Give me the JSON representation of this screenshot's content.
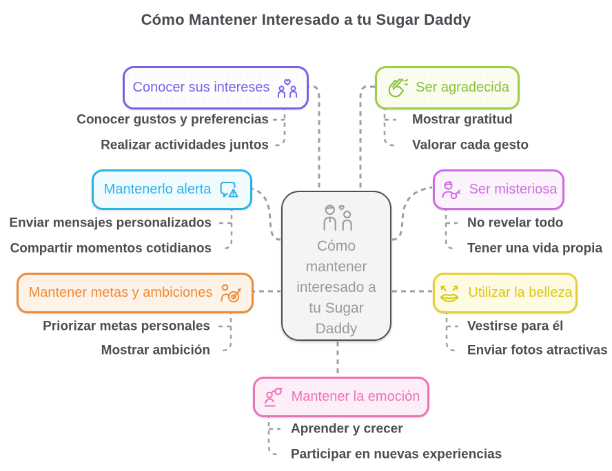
{
  "title": "Cómo Mantener Interesado a tu Sugar Daddy",
  "colors": {
    "connector": "#9e9e9e",
    "subitem_text": "#4d4d4d",
    "title_text": "#4a4a52",
    "center_border": "#4f4f4f",
    "center_bg": "#f4f4f4",
    "center_text": "#9a9a9a"
  },
  "center": {
    "label": "Cómo mantener interesado a tu Sugar Daddy",
    "icon": "sugar-daddy-couple-icon"
  },
  "branches": [
    {
      "label": "Conocer sus intereses",
      "icon": "couple-heart-icon",
      "color": "#7b61e4",
      "children": [
        "Conocer gustos y preferencias",
        "Realizar actividades juntos"
      ]
    },
    {
      "label": "Ser agradecida",
      "icon": "clapping-hands-icon",
      "color": "#8cc03c",
      "children": [
        "Mostrar gratitud",
        "Valorar cada gesto"
      ]
    },
    {
      "label": "Mantenerlo alerta",
      "icon": "chat-alert-icon",
      "color": "#29b2e8",
      "children": [
        "Enviar mensajes personalizados",
        "Compartir momentos cotidianos"
      ]
    },
    {
      "label": "Ser misteriosa",
      "icon": "mystery-person-key-icon",
      "color": "#cf6ce4",
      "children": [
        "No revelar todo",
        "Tener una vida propia"
      ]
    },
    {
      "label": "Mantener metas y ambiciones",
      "icon": "person-target-icon",
      "color": "#ec8c3a",
      "children": [
        "Priorizar metas personales",
        "Mostrar ambición"
      ]
    },
    {
      "label": "Utilizar la belleza",
      "icon": "lips-arrows-icon",
      "color": "#d9c715",
      "children": [
        "Vestirse para él",
        "Enviar fotos atractivas"
      ]
    },
    {
      "label": "Mantener la emoción",
      "icon": "excited-person-icon",
      "color": "#f070b8",
      "children": [
        "Aprender y crecer",
        "Participar en nuevas experiencias"
      ]
    }
  ]
}
